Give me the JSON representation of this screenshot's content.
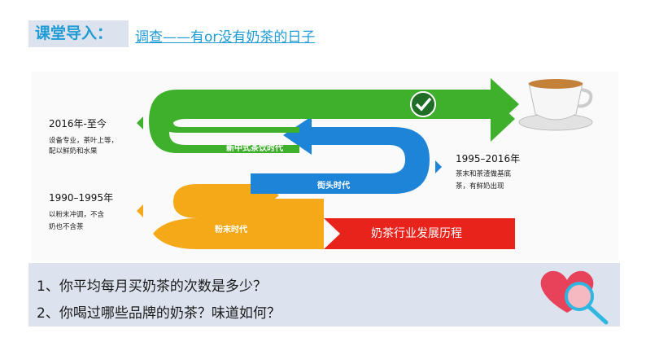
{
  "header": {
    "label": "课堂导入：",
    "subtitle": "调查——有or没有奶茶的日子"
  },
  "diagram": {
    "eras": [
      {
        "years": "2016年-至今",
        "desc_line1": "设备专业，茶叶上等，",
        "desc_line2": "配以鲜奶和水果"
      },
      {
        "years": "1995–2016年",
        "desc_line1": "茶末和茶渣做基底",
        "desc_line2": "茶，有鲜奶出现"
      },
      {
        "years": "1990–1995年",
        "desc_line1": "以粉末冲调，不含",
        "desc_line2": "奶也不含茶"
      }
    ],
    "band_labels": {
      "new": "新中式茶饮时代",
      "street": "街头时代",
      "powder": "粉末时代",
      "history": "奶茶行业发展历程"
    },
    "colors": {
      "green": "#3fb02c",
      "blue": "#1e84d8",
      "yellow": "#f5a818",
      "red": "#e8231b"
    }
  },
  "questions": [
    "1、你平均每月买奶茶的次数是多少？",
    "2、你喝过哪些品牌的奶茶？味道如何？"
  ],
  "decor_icon": "heart-magnifier-icon"
}
